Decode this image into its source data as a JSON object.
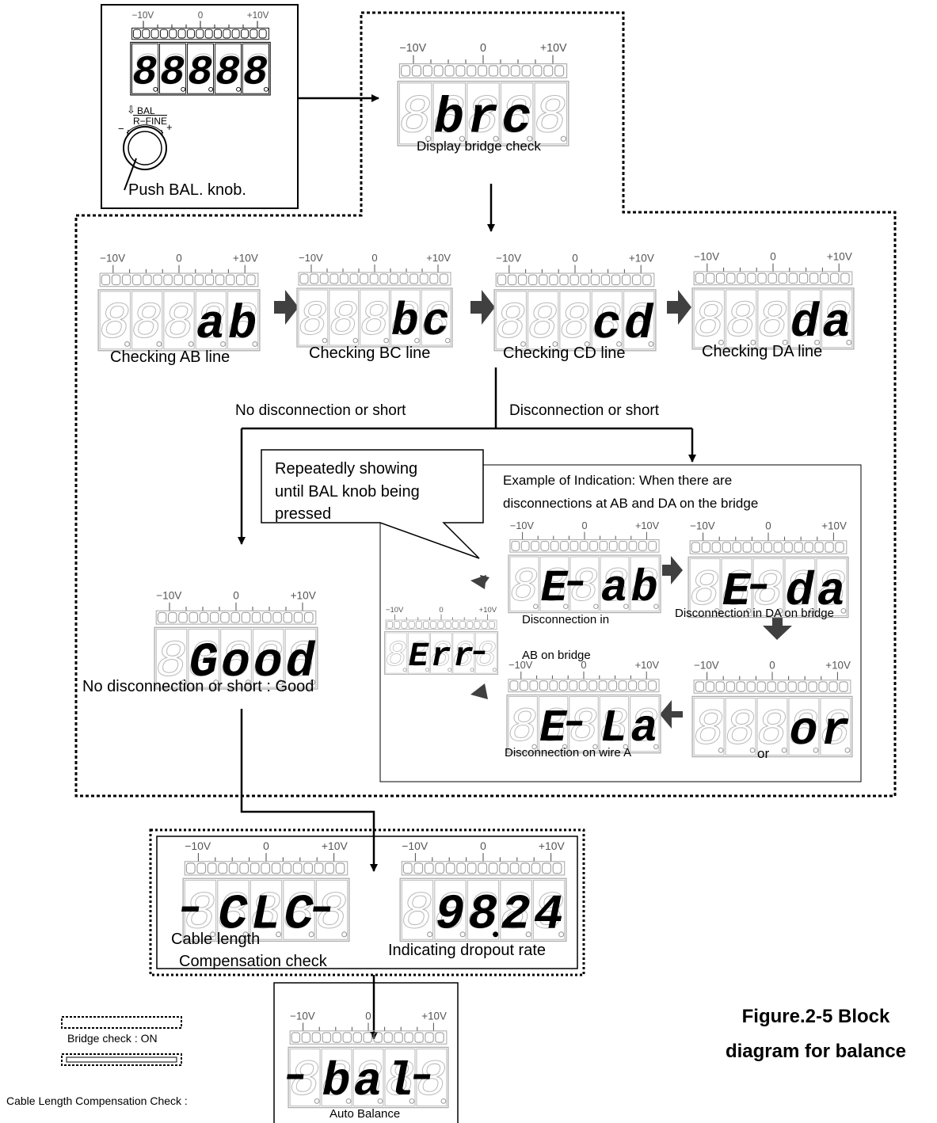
{
  "scale": {
    "min": "−10V",
    "mid": "0",
    "max": "+10V"
  },
  "panel": {
    "bal_label": "BAL",
    "fine_label": "R−FINE",
    "minus": "−",
    "plus": "+",
    "push_text": "Push BAL. knob."
  },
  "nodes": {
    "display_bridge_check": {
      "text": "Display bridge check",
      "digits": [
        "",
        "b",
        "r",
        "c",
        ""
      ],
      "dashes": [
        0,
        4
      ]
    },
    "checking_ab": {
      "text": "Checking AB line",
      "digits": [
        "",
        "",
        "",
        "a",
        "b"
      ]
    },
    "checking_bc": {
      "text": "Checking BC line",
      "digits": [
        "",
        "",
        "",
        "b",
        "c"
      ]
    },
    "checking_cd": {
      "text": "Checking CD line",
      "digits": [
        "",
        "",
        "",
        "c",
        "d"
      ]
    },
    "checking_da": {
      "text": "Checking DA line",
      "digits": [
        "",
        "",
        "",
        "d",
        "a"
      ]
    },
    "good": {
      "text": "No disconnection or short : Good",
      "digits": [
        "",
        "G",
        "o",
        "o",
        "d"
      ]
    },
    "err_ab": {
      "text_1": "Disconnection in",
      "text_2": "AB on bridge",
      "digits": [
        "",
        "E",
        "-",
        "a",
        "b"
      ]
    },
    "err_da": {
      "text": "Disconnection in DA on bridge",
      "digits": [
        "",
        "E",
        "-",
        "d",
        "a"
      ]
    },
    "err": {
      "digits": [
        "",
        "E",
        "r",
        "r",
        "-"
      ]
    },
    "err_wire": {
      "text": "Disconnection on wire A",
      "digits": [
        "",
        "E",
        "-",
        "L",
        "a"
      ]
    },
    "err_or": {
      "text": "or",
      "digits": [
        "",
        "",
        "",
        "o",
        "r"
      ]
    },
    "cable_check": {
      "text_1": "Cable length",
      "text_2": "Compensation  check",
      "digits": [
        "-",
        "C",
        "L",
        "C",
        "-"
      ]
    },
    "dropout": {
      "text": "Indicating dropout rate",
      "digits": [
        "",
        "9",
        "8.",
        "2",
        "4"
      ]
    },
    "auto_balance": {
      "text": "Auto Balance",
      "digits": [
        "-",
        "b",
        "a",
        "l",
        "-"
      ]
    }
  },
  "branches": {
    "no_fault": "No disconnection or short",
    "fault": "Disconnection or short"
  },
  "callout": {
    "line1": "Repeatedly showing",
    "line2": "until BAL knob being",
    "line3": "pressed"
  },
  "example": {
    "line1": "Example of Indication: When there are",
    "line2": "disconnections at AB and DA on the bridge"
  },
  "legend": {
    "bridge_check": "Bridge check : ON",
    "cable_check": "Cable  Length  Compensation  Check  :"
  },
  "figure": {
    "line1": "Figure.2-5 Block",
    "line2": "diagram for balance"
  }
}
